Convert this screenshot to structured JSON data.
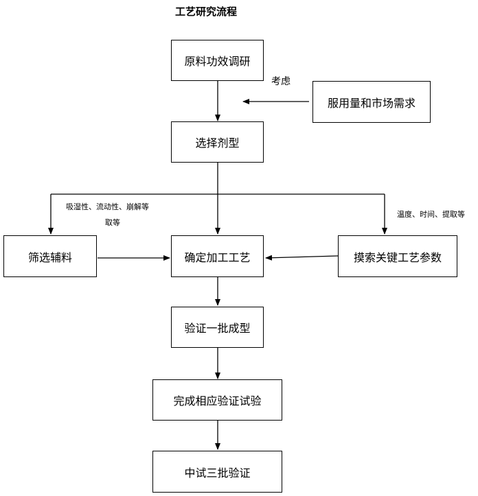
{
  "title": "工艺研究流程",
  "boxes": {
    "research": "原料功效调研",
    "market": "服用量和市场需求",
    "dosage_form": "选择剂型",
    "excipients": "筛选辅料",
    "process": "确定加工工艺",
    "parameters": "摸索关键工艺参数",
    "batch_verify": "验证一批成型",
    "tests": "完成相应验证试验",
    "pilot": "中试三批验证"
  },
  "labels": {
    "consider": "考虑",
    "excipient_note_line1": "吸湿性、流动性、崩解等",
    "excipient_note_line2": "取等",
    "parameter_note": "温度、时间、提取等"
  }
}
